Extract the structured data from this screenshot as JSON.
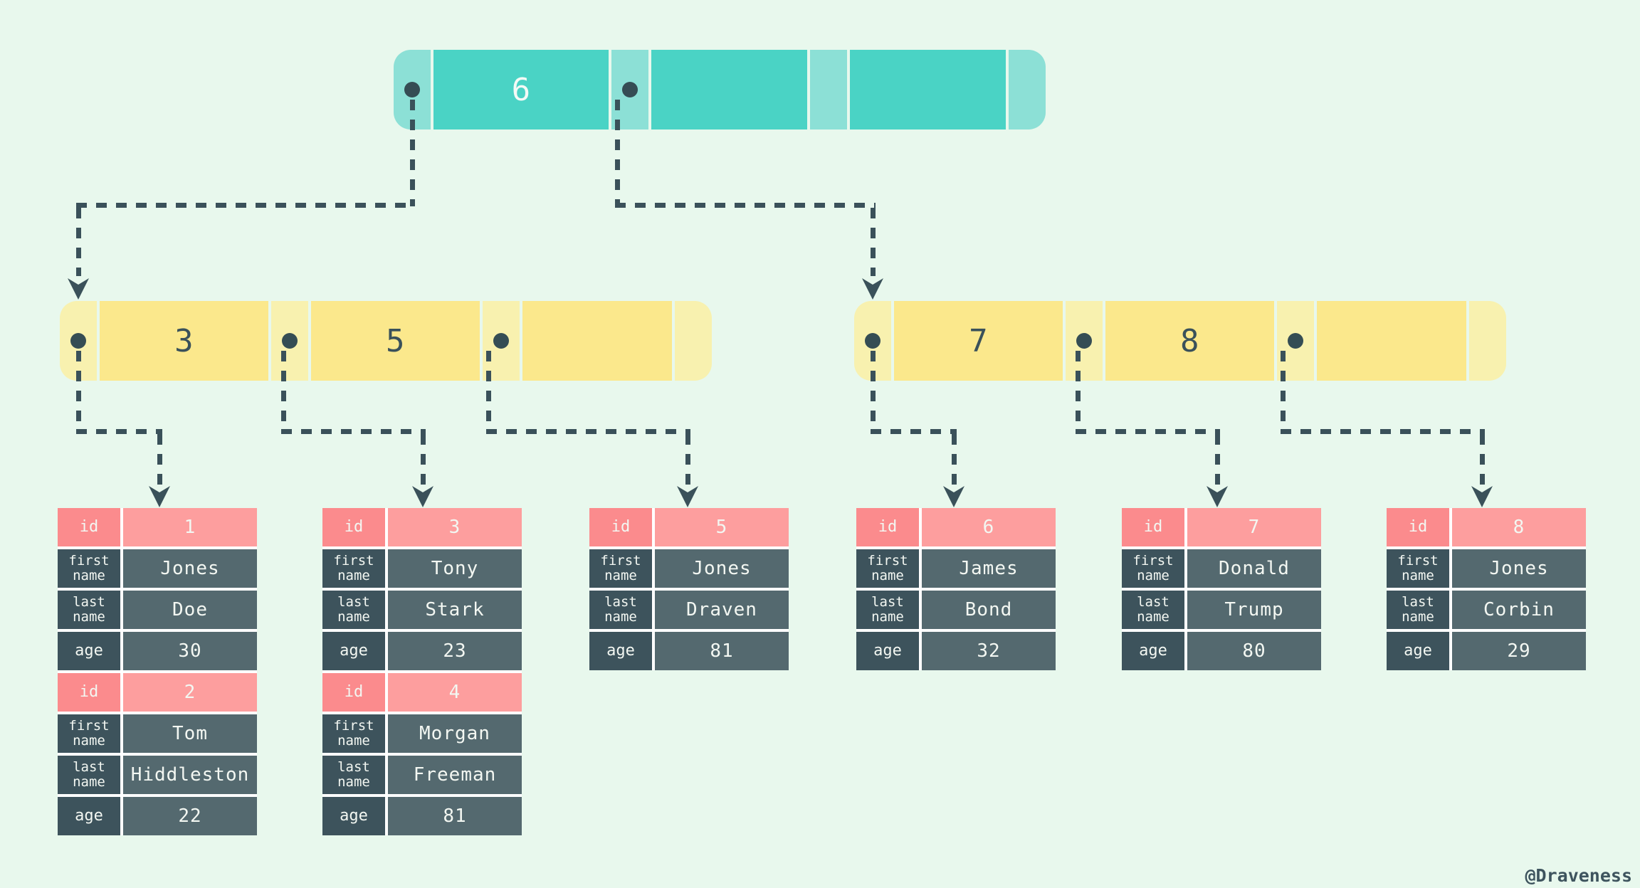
{
  "watermark": "@Draveness",
  "colors": {
    "background": "#e8f8ed",
    "teal_key": "#4ad3c5",
    "teal_pointer": "#8ce0d6",
    "yellow_key": "#fbe88c",
    "yellow_pointer": "#f8f1af",
    "salmon_label": "#fb8b8d",
    "salmon_value": "#fd9e9e",
    "slate_label": "#3d535c",
    "slate_value": "#54696f",
    "connector": "#3a515a",
    "divider": "#ffffff"
  },
  "tree": {
    "root": {
      "keys": [
        "6",
        "",
        ""
      ]
    },
    "internal": [
      {
        "keys": [
          "3",
          "5",
          ""
        ]
      },
      {
        "keys": [
          "7",
          "8",
          ""
        ]
      }
    ]
  },
  "tables": [
    {
      "rows": [
        {
          "label": "id",
          "value": "1"
        },
        {
          "label": "first\nname",
          "value": "Jones"
        },
        {
          "label": "last\nname",
          "value": "Doe"
        },
        {
          "label": "age",
          "value": "30"
        },
        {
          "label": "id",
          "value": "2"
        },
        {
          "label": "first\nname",
          "value": "Tom"
        },
        {
          "label": "last\nname",
          "value": "Hiddleston"
        },
        {
          "label": "age",
          "value": "22"
        }
      ]
    },
    {
      "rows": [
        {
          "label": "id",
          "value": "3"
        },
        {
          "label": "first\nname",
          "value": "Tony"
        },
        {
          "label": "last\nname",
          "value": "Stark"
        },
        {
          "label": "age",
          "value": "23"
        },
        {
          "label": "id",
          "value": "4"
        },
        {
          "label": "first\nname",
          "value": "Morgan"
        },
        {
          "label": "last\nname",
          "value": "Freeman"
        },
        {
          "label": "age",
          "value": "81"
        }
      ]
    },
    {
      "rows": [
        {
          "label": "id",
          "value": "5"
        },
        {
          "label": "first\nname",
          "value": "Jones"
        },
        {
          "label": "last\nname",
          "value": "Draven"
        },
        {
          "label": "age",
          "value": "81"
        }
      ]
    },
    {
      "rows": [
        {
          "label": "id",
          "value": "6"
        },
        {
          "label": "first\nname",
          "value": "James"
        },
        {
          "label": "last\nname",
          "value": "Bond"
        },
        {
          "label": "age",
          "value": "32"
        }
      ]
    },
    {
      "rows": [
        {
          "label": "id",
          "value": "7"
        },
        {
          "label": "first\nname",
          "value": "Donald"
        },
        {
          "label": "last\nname",
          "value": "Trump"
        },
        {
          "label": "age",
          "value": "80"
        }
      ]
    },
    {
      "rows": [
        {
          "label": "id",
          "value": "8"
        },
        {
          "label": "first\nname",
          "value": "Jones"
        },
        {
          "label": "last\nname",
          "value": "Corbin"
        },
        {
          "label": "age",
          "value": "29"
        }
      ]
    }
  ]
}
